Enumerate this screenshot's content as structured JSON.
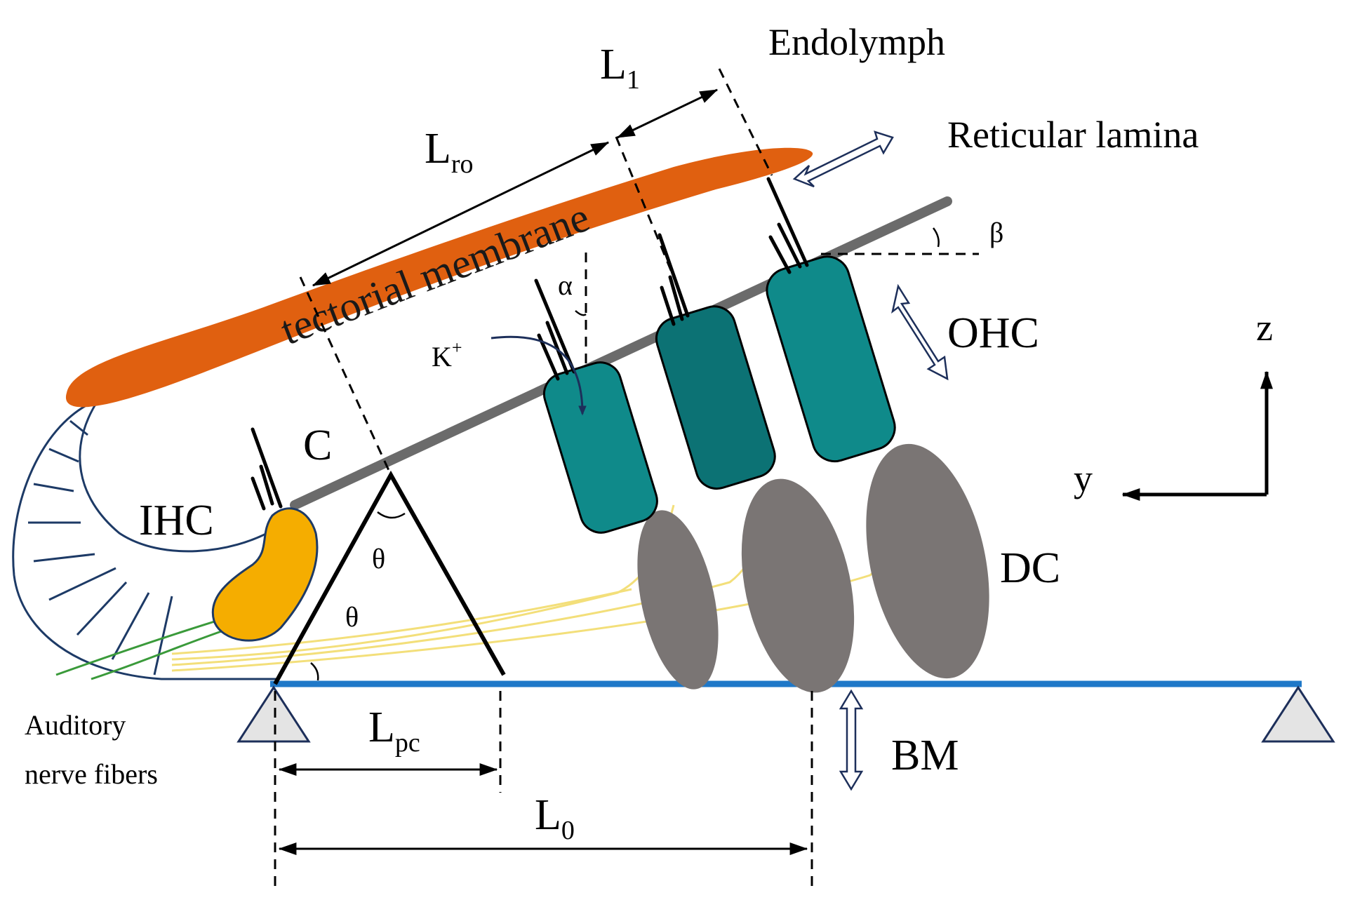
{
  "labels": {
    "endolymph": "Endolymph",
    "l1": "L",
    "l1_sub": "1",
    "lro": "L",
    "lro_sub": "ro",
    "reticular_lamina": "Reticular lamina",
    "tectorial_membrane": "tectorial membrane",
    "beta": "β",
    "alpha": "α",
    "ohc": "OHC",
    "k_plus": "K",
    "k_plus_sup": "+",
    "z_axis": "z",
    "y_axis": "y",
    "c": "C",
    "ihc": "IHC",
    "theta_top": "θ",
    "theta_left": "θ",
    "dc": "DC",
    "bm": "BM",
    "auditory_line1": "Auditory",
    "auditory_line2": "nerve fibers",
    "lpc": "L",
    "lpc_sub": "pc",
    "l0": "L",
    "l0_sub": "0"
  },
  "colors": {
    "tectorial_membrane": "#e06010",
    "ohc_cell": "#0f8a8a",
    "ohc_cell_dark": "#0c7274",
    "ihc_cell": "#f5ad00",
    "deiters_cell": "#7a7574",
    "basilar_membrane": "#1f78c8",
    "reticular_lamina": "#6b6b6b",
    "nerve_fiber": "#f3df7a",
    "supporting_net": "#1d3a66",
    "green_fiber": "#3a9a3a",
    "support_triangle": "#e4e4e4"
  }
}
